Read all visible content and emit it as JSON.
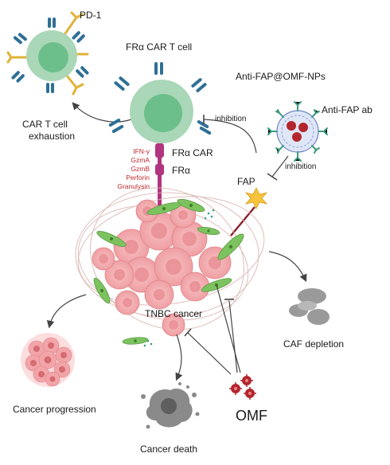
{
  "labels": {
    "pd1": "PD-1",
    "car_t_cell": "FRα CAR T cell",
    "exhaustion_line1": "CAR T cell",
    "exhaustion_line2": "exhaustion",
    "nanoparticle_title": "Anti-FAP@OMF-NPs",
    "anti_fap_ab": "Anti-FAP ab",
    "inhibition_top": "inhibition",
    "inhibition_np": "inhibition",
    "fra_car": "FRα CAR",
    "fra": "FRα",
    "fap": "FAP",
    "tnbc": "TNBC cancer",
    "caf_depletion": "CAF depletion",
    "cancer_progression": "Cancer progression",
    "omf": "OMF",
    "cancer_death": "Cancer death"
  },
  "cytokines": [
    "IFN-γ",
    "GzmA",
    "GzmB",
    "Perforin",
    "Granulysin"
  ],
  "colors": {
    "t_cell_outer": "#a9d7b7",
    "t_cell_inner": "#6cbf8b",
    "receptor_blue": "#2e6f96",
    "pd1_yellow": "#e0b23a",
    "car_magenta": "#b2357f",
    "tumor_pink": "#f1a5a8",
    "caf_green": "#7cc35f",
    "fap_yellow": "#f6c33b",
    "omf_red": "#b3262d",
    "text_red": "#c0282d",
    "arrow_gray": "#444444"
  }
}
